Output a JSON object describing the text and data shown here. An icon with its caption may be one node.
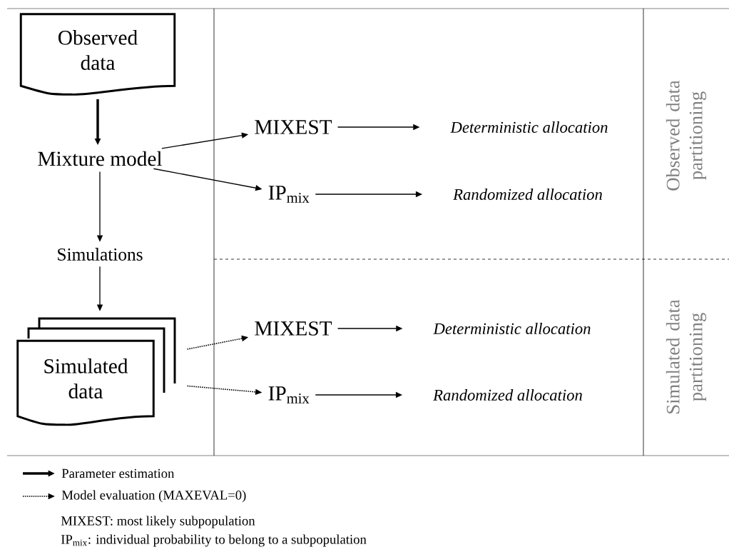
{
  "diagram": {
    "nodes": [
      {
        "text": [
          "Observed data"
        ]
      },
      {
        "text": [
          "Mixture model"
        ]
      },
      {
        "text": [
          "MIXEST"
        ]
      },
      {
        "text": [
          "IP$_{mix}$"
        ]
      },
      {
        "text": [
          "Deterministic allocation"
        ]
      },
      {
        "text": [
          "Randomized allocation"
        ]
      },
      {
        "text": [
          "Simulations"
        ]
      },
      {
        "text": [
          "Simulated data"
        ]
      },
      {
        "text": [
          "MIXEST"
        ]
      },
      {
        "text": [
          "IP$_{mix}$"
        ]
      },
      {
        "text": [
          "Deterministic allocation"
        ]
      },
      {
        "text": [
          "Randomized allocation"
        ]
      }
    ],
    "edges": [
      {
        "from": 0,
        "to": 1,
        "arrow": "to",
        "style": "thick"
      },
      {
        "from": 1,
        "to": 2,
        "arrow": "to"
      },
      {
        "from": 1,
        "to": 3,
        "arrow": "to"
      },
      {
        "from": 2,
        "to": 4,
        "arrow": "to"
      },
      {
        "from": 3,
        "to": 5,
        "arrow": "to"
      },
      {
        "from": 1,
        "to": 6,
        "arrow": "to"
      },
      {
        "from": 6,
        "to": 7,
        "arrow": "to"
      },
      {
        "from": 7,
        "to": 8,
        "arrow": "to",
        "style": "dashed"
      },
      {
        "from": 7,
        "to": 9,
        "arrow": "to",
        "style": "dashed"
      },
      {
        "from": 8,
        "to": 10,
        "arrow": "to"
      },
      {
        "from": 9,
        "to": 11,
        "arrow": "to"
      }
    ],
    "labels": [
      "Observed data partitioning",
      "Simulated data partitioning",
      "MIXEST: most likely subpopulation",
      "IP$_{mix}$: individual probability to belong to a subpopulation"
    ],
    "legend": [
      {
        "text": "Parameter estimation"
      },
      {
        "text": "Model evaluation (MAXEVAL=0)"
      }
    ]
  }
}
